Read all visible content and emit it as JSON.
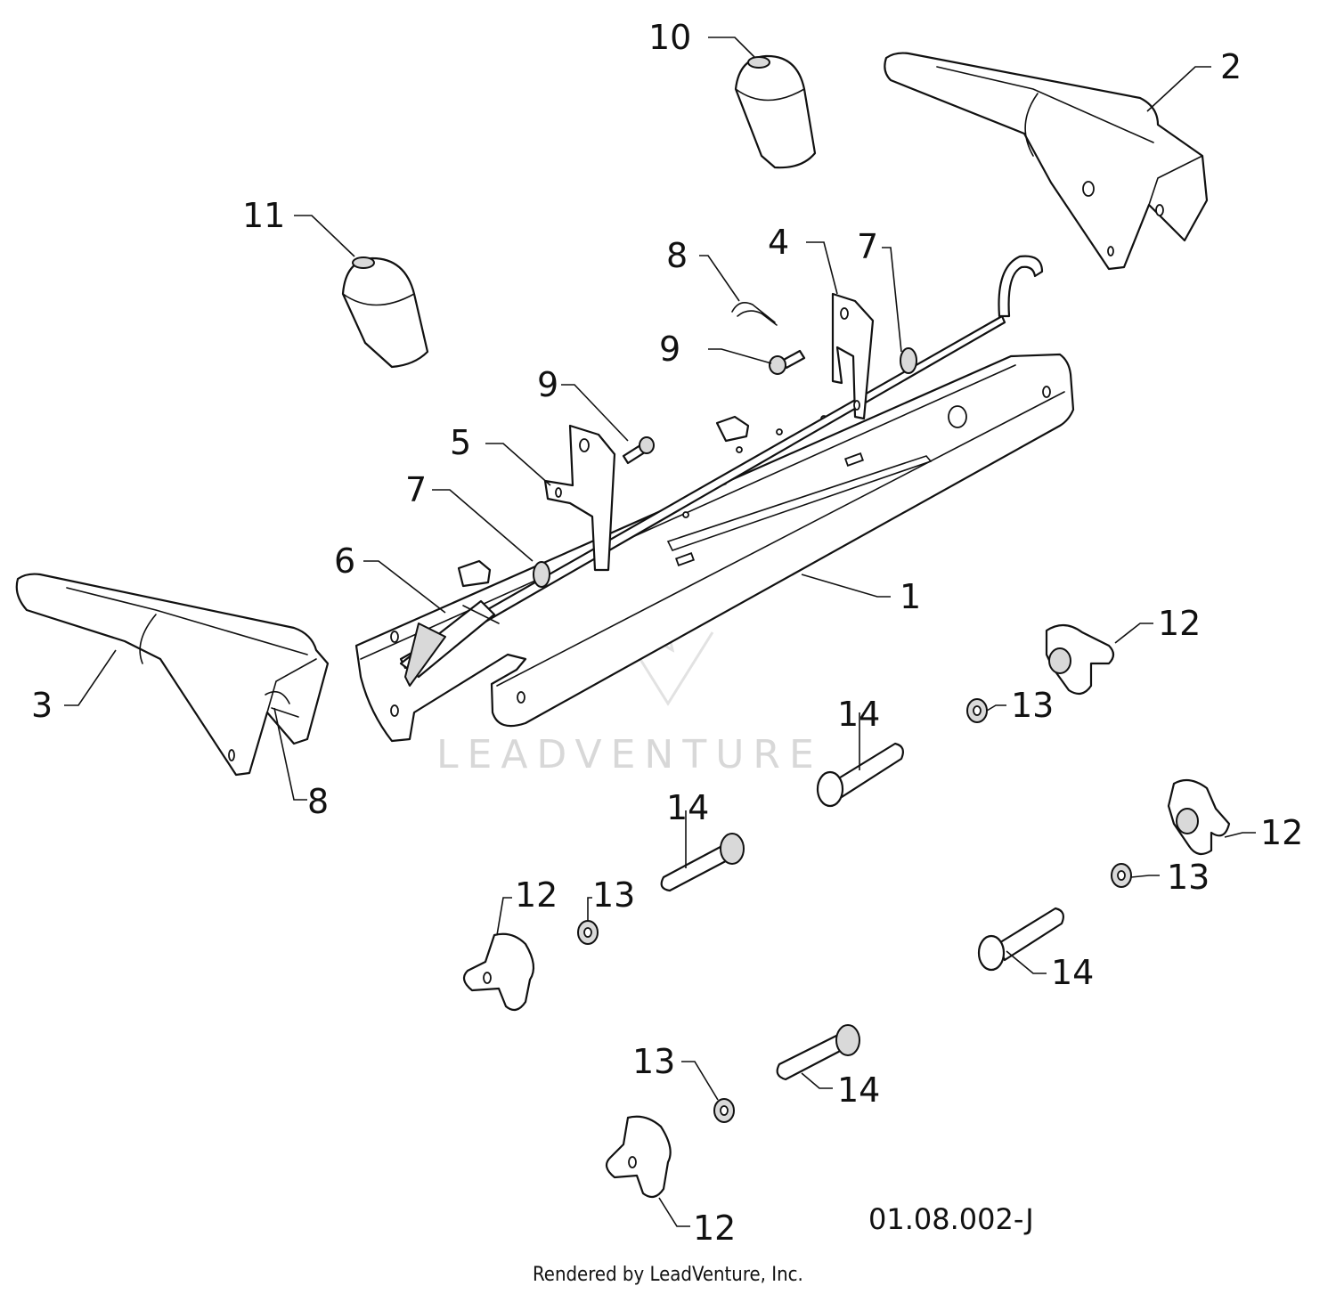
{
  "diagram": {
    "drawing_number": "01.08.002-J",
    "credit": "Rendered by LeadVenture, Inc.",
    "watermark": "LEADVENTURE",
    "callouts": [
      "1",
      "2",
      "3",
      "4",
      "5",
      "6",
      "7",
      "7",
      "8",
      "8",
      "9",
      "9",
      "10",
      "11",
      "12",
      "12",
      "12",
      "12",
      "13",
      "13",
      "13",
      "13",
      "14",
      "14",
      "14",
      "14"
    ]
  }
}
